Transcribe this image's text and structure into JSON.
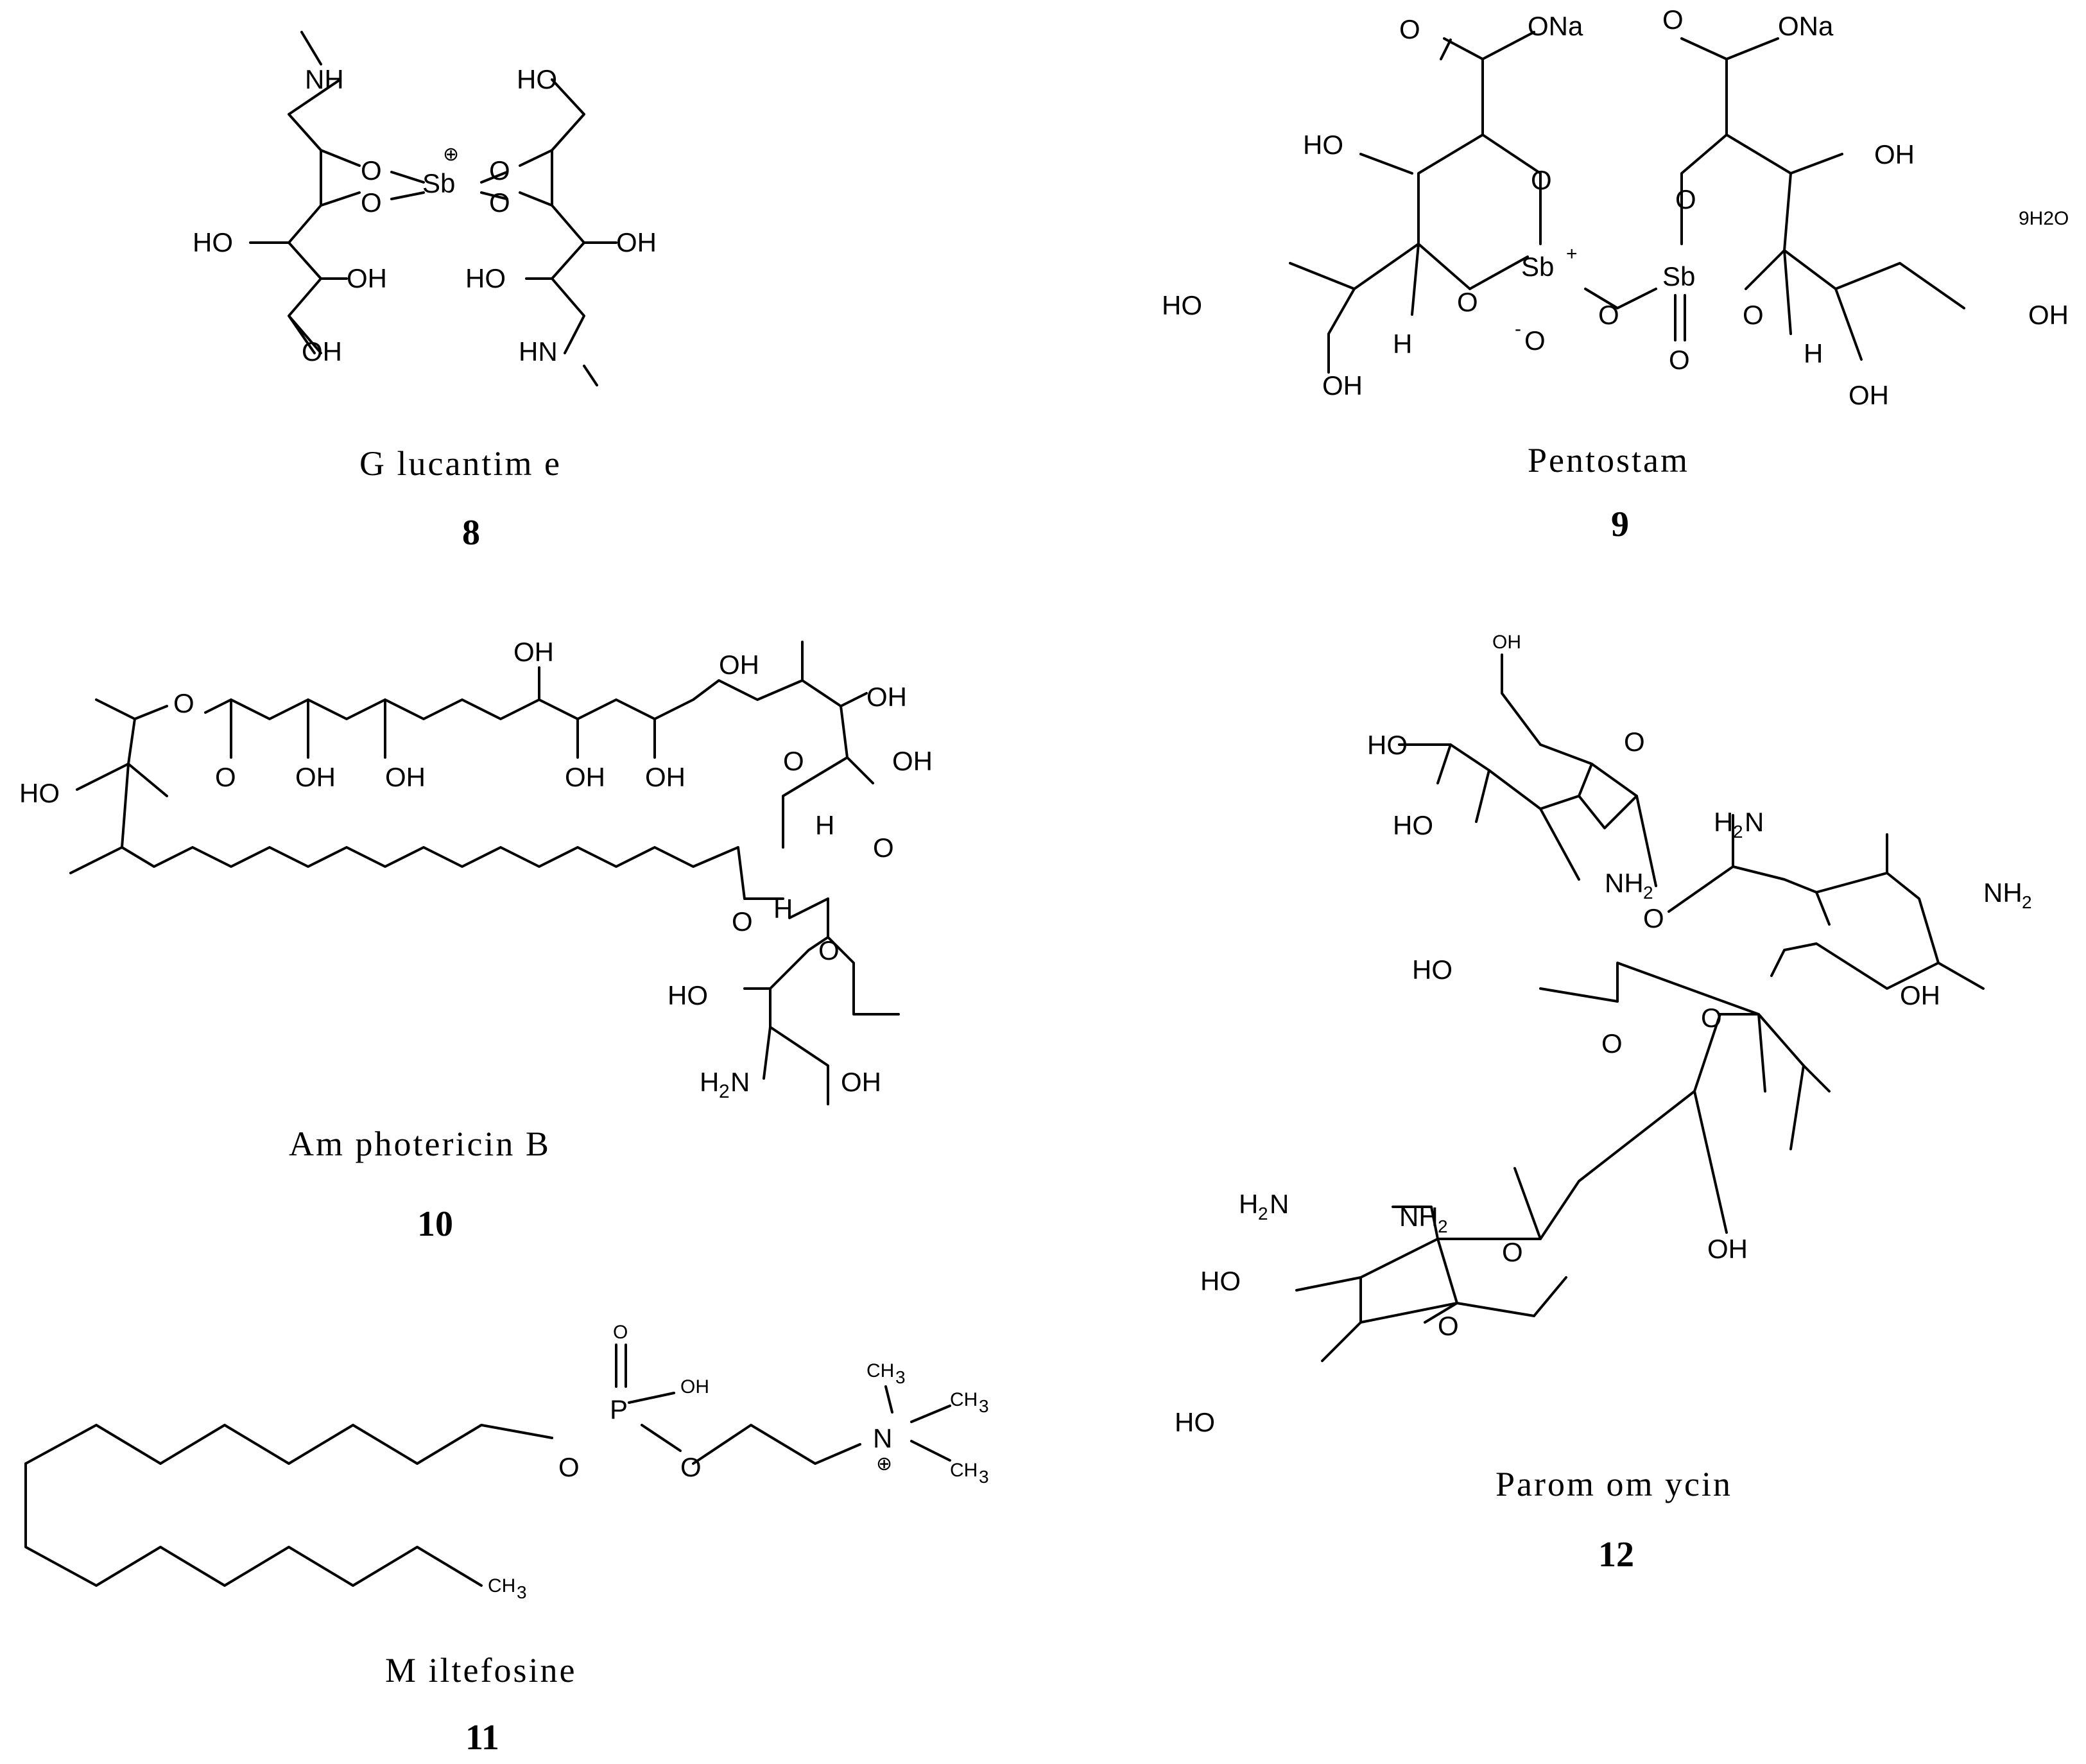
{
  "compounds": [
    {
      "name": "Glucantime",
      "caption": "G lucantim e",
      "number": "8"
    },
    {
      "name": "Pentostam",
      "caption": "Pentostam",
      "number": "9",
      "hydrate": "9H2O"
    },
    {
      "name": "Amphotericin B",
      "caption": "Am photericin B",
      "number": "10"
    },
    {
      "name": "Miltefosine",
      "caption": "M iltefosine",
      "number": "11"
    },
    {
      "name": "Paromomycin",
      "caption": "Parom om ycin",
      "number": "12"
    }
  ],
  "labels": {
    "NH": "NH",
    "HO": "HO",
    "OH": "OH",
    "O": "O",
    "Sb": "Sb",
    "HN": "HN",
    "ONa": "ONa",
    "H": "H",
    "NH2": "NH",
    "H2N": "H",
    "N": "N",
    "P": "P",
    "CH3": "CH",
    "plus": "⊕",
    "sub2": "2",
    "sub3": "3",
    "sup_plus": "+",
    "sup_minus": "-"
  }
}
